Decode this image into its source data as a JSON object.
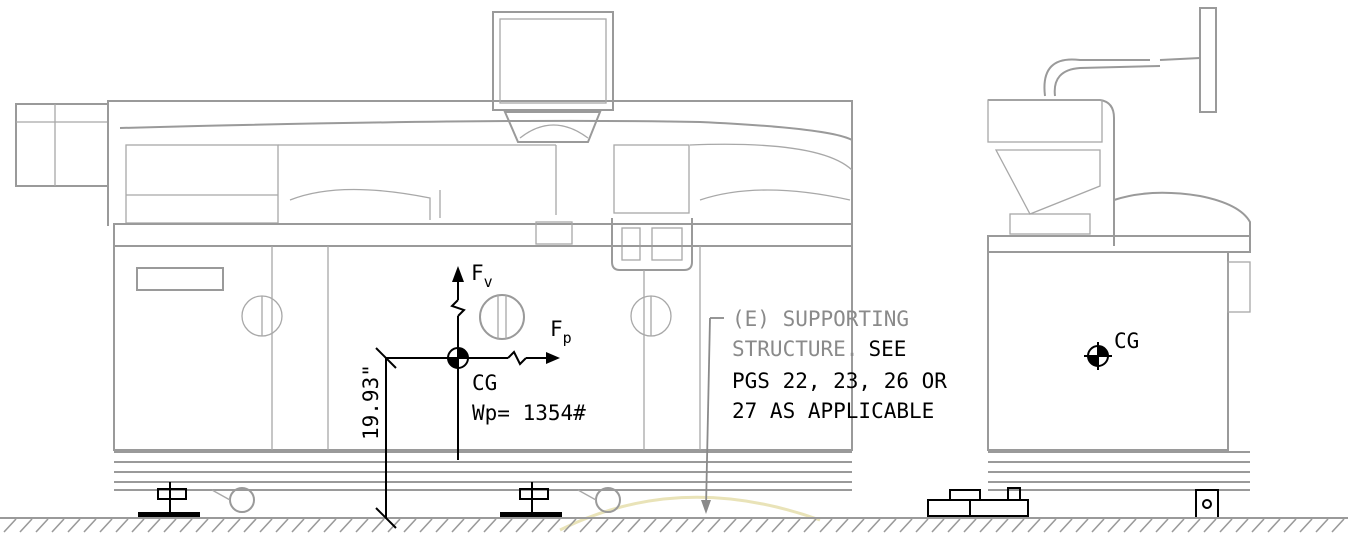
{
  "front_view": {
    "force_vertical": {
      "letter": "F",
      "sub": "v"
    },
    "force_plane": {
      "letter": "F",
      "sub": "p"
    },
    "dimension": "19.93\"",
    "cg_label": "CG",
    "weight_label": "Wp= 1354#"
  },
  "callout": {
    "line1_grey": "(E) SUPPORTING",
    "line2_grey": "STRUCTURE.",
    "line2_dark": "SEE",
    "line3": "PGS 22, 23, 26 OR",
    "line4": "27 AS APPLICABLE"
  },
  "side_view": {
    "cg_label": "CG"
  },
  "colors": {
    "equipment_outline": "#9a9a9a",
    "annotation": "#000000",
    "callout_grey": "#8a8a8a"
  }
}
